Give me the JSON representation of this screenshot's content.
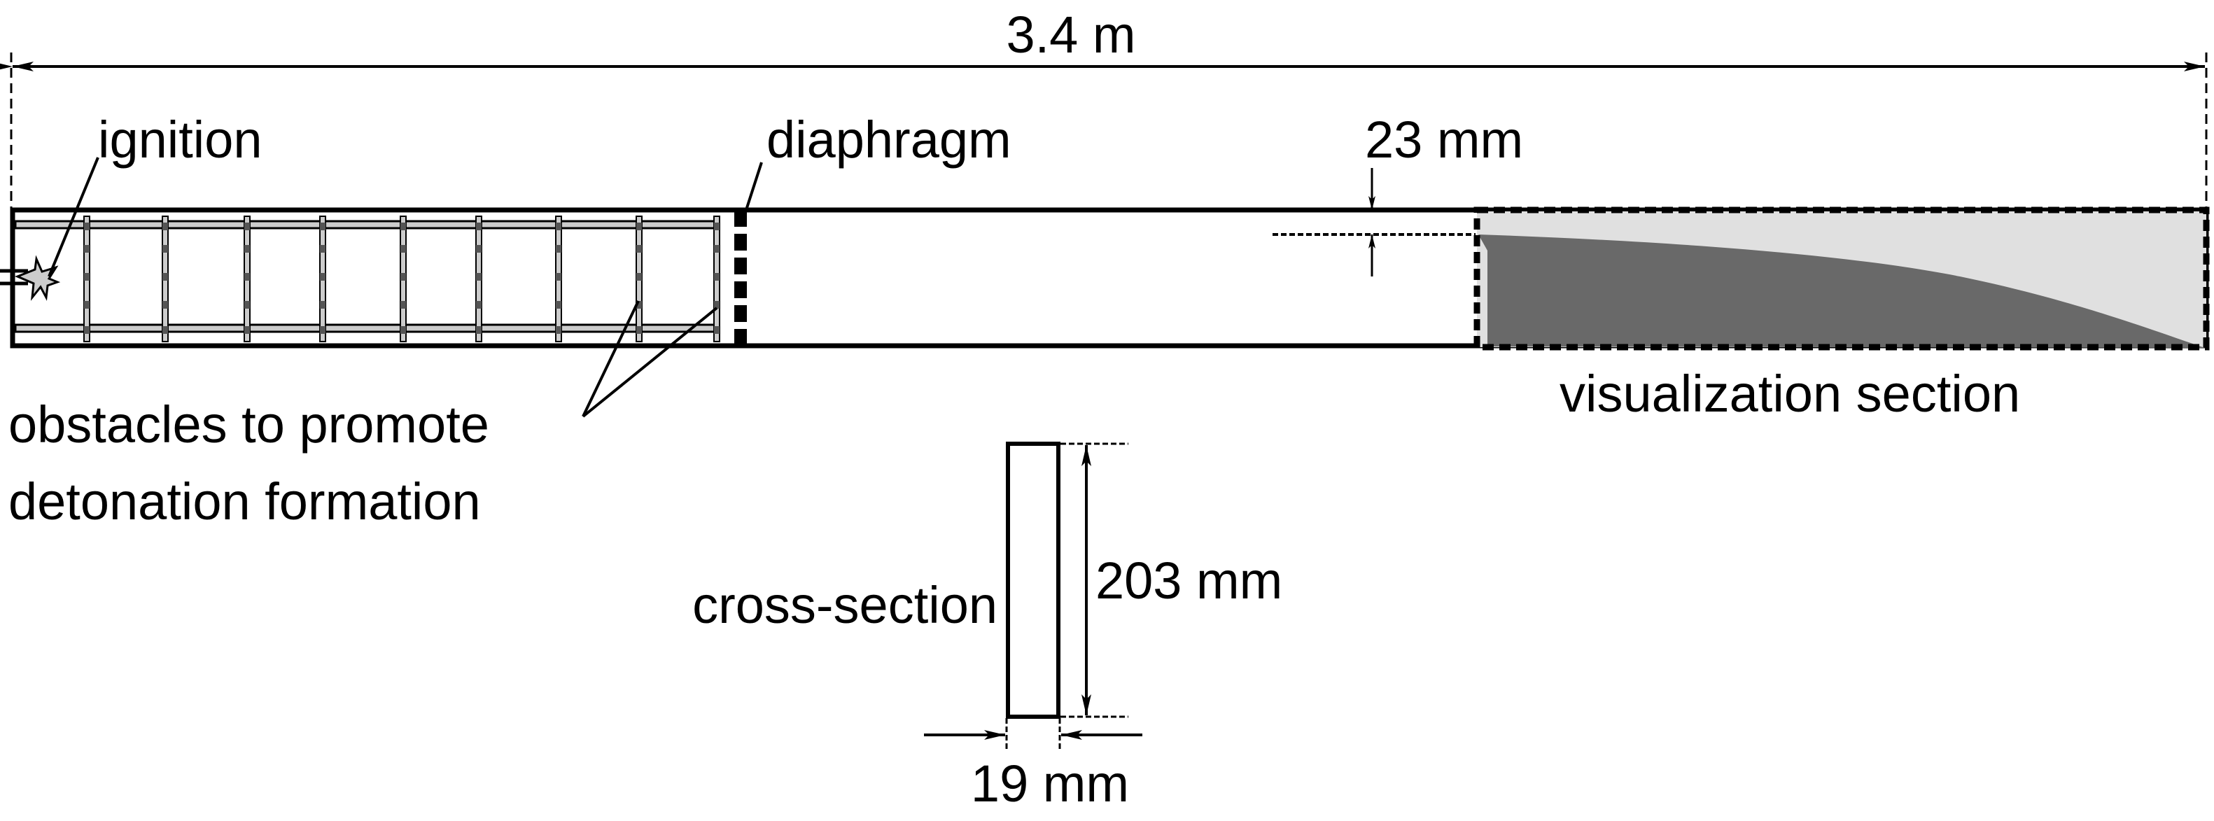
{
  "labels": {
    "total_length": "3.4 m",
    "ignition": "ignition",
    "diaphragm": "diaphragm",
    "height_gap": "23 mm",
    "obstacles_line1": "obstacles to promote",
    "obstacles_line2": "detonation formation",
    "visualization": "visualization section",
    "cross_section": "cross-section",
    "cs_height": "203 mm",
    "cs_width": "19 mm"
  },
  "colors": {
    "line": "#000000",
    "rail": "#cccccc",
    "post_dark": "#555555",
    "gas_light": "#e0e0e0",
    "gas_dark": "#696969"
  }
}
